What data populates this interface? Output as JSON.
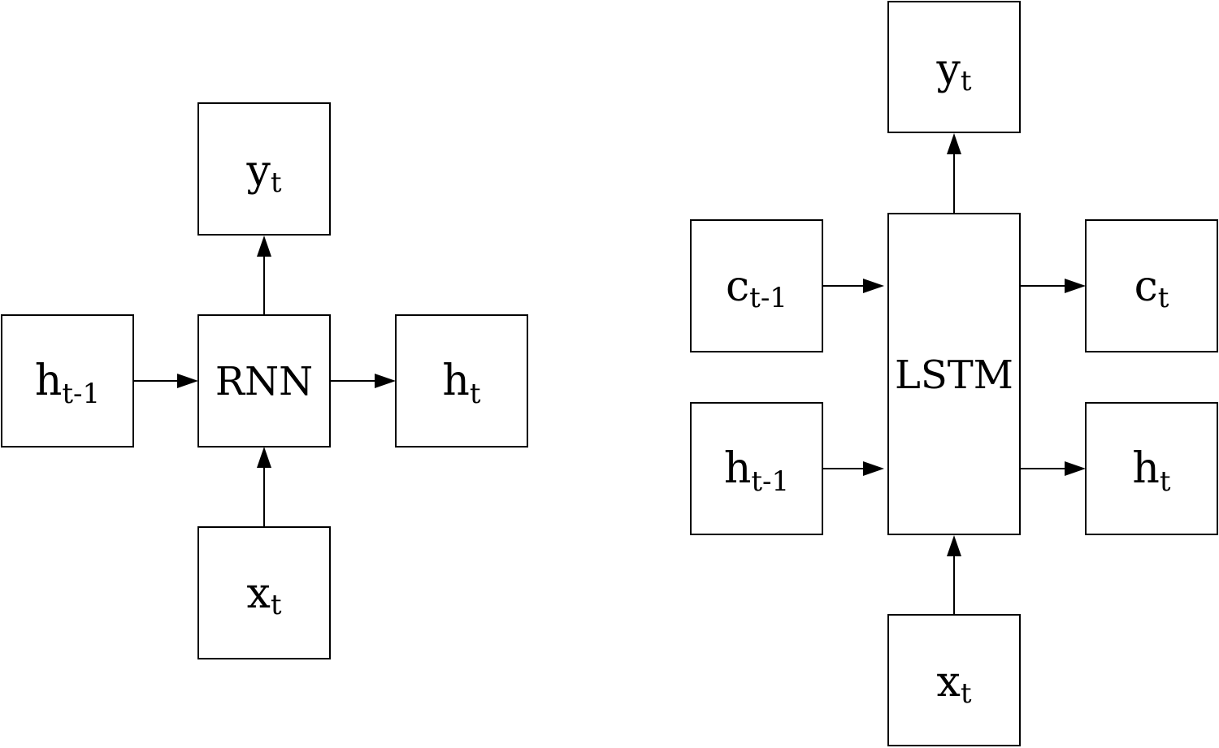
{
  "rnn": {
    "y_out": {
      "base": "y",
      "sub": "t"
    },
    "h_prev": {
      "base": "h",
      "sub": "t-1"
    },
    "cell": "RNN",
    "h_out": {
      "base": "h",
      "sub": "t"
    },
    "x_in": {
      "base": "x",
      "sub": "t"
    }
  },
  "lstm": {
    "y_out": {
      "base": "y",
      "sub": "t"
    },
    "c_prev": {
      "base": "c",
      "sub": "t-1"
    },
    "h_prev": {
      "base": "h",
      "sub": "t-1"
    },
    "cell": "LSTM",
    "c_out": {
      "base": "c",
      "sub": "t"
    },
    "h_out": {
      "base": "h",
      "sub": "t"
    },
    "x_in": {
      "base": "x",
      "sub": "t"
    }
  }
}
